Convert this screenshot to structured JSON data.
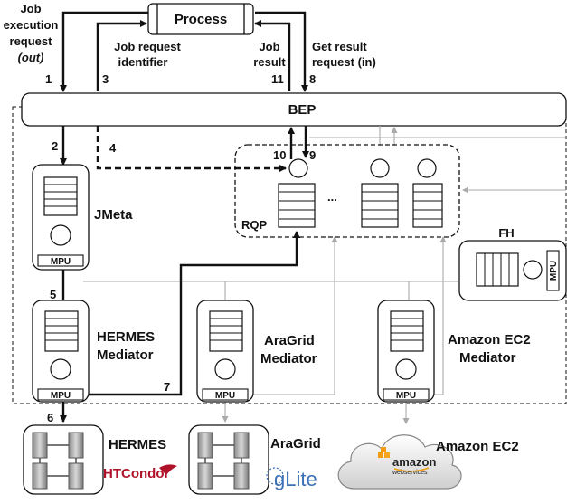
{
  "process_label": "Process",
  "bep_label": "BEP",
  "rqp_label": "RQP",
  "fh_label": "FH",
  "jmeta_label": "JMeta",
  "queue_ellipsis": "...",
  "mpu_label": "MPU",
  "annotations": {
    "job_execution": [
      "Job",
      "execution",
      "request"
    ],
    "job_execution_mode": "(out)",
    "job_request_identifier": [
      "Job request",
      "identifier"
    ],
    "job_result": [
      "Job",
      "result"
    ],
    "get_result": [
      "Get result",
      "request (in)"
    ]
  },
  "step_numbers": [
    "1",
    "2",
    "3",
    "4",
    "5",
    "6",
    "7",
    "8",
    "9",
    "10",
    "11"
  ],
  "mediators": [
    {
      "line1": "HERMES",
      "line2": "Mediator"
    },
    {
      "line1": "AraGrid",
      "line2": "Mediator"
    },
    {
      "line1": "Amazon EC2",
      "line2": "Mediator"
    }
  ],
  "resources": [
    {
      "name": "HERMES",
      "logo_text": "HTCondor"
    },
    {
      "name": "AraGrid",
      "logo_text": "gLite"
    },
    {
      "name": "Amazon EC2",
      "logo_text": "amazon",
      "logo_sub": "webservices"
    }
  ]
}
